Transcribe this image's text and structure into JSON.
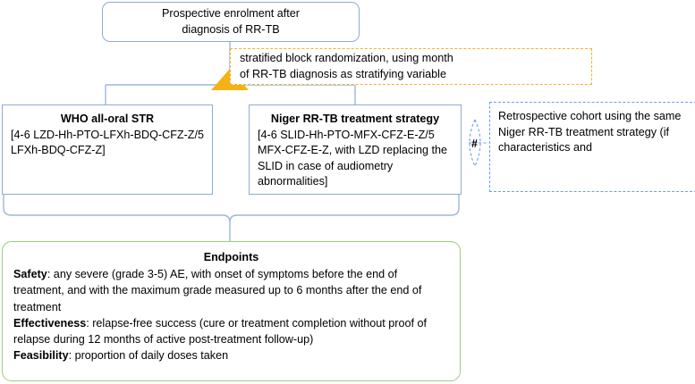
{
  "diagram": {
    "title_hidden": "RR-TB trial design flowchart",
    "colors": {
      "box_border_blue": "#8faadc",
      "dashed_blue": "#6f9be8",
      "dashed_orange": "#f0b429",
      "green_border": "#9ccc7c",
      "triangle_marker": "#f5b216",
      "connector_line": "#9cb6e0"
    },
    "nodes": {
      "enrolment": {
        "line1": "Prospective enrolment after",
        "line2": "diagnosis of RR-TB"
      },
      "randomization_note": {
        "line1": "stratified block randomization, using month",
        "line2": "of RR-TB diagnosis as stratifying variable"
      },
      "who_arm": {
        "title": "WHO all-oral STR",
        "regimen": "[4-6 LZD-Hh-PTO-LFXh-BDQ-CFZ-Z/5 LFXh-BDQ-CFZ-Z]"
      },
      "niger_arm": {
        "title": "Niger RR-TB treatment strategy",
        "regimen": "[4-6 SLID-Hh-PTO-MFX-CFZ-E-Z/5 MFX-CFZ-E-Z, with LZD replacing the SLID in case of audiometry abnormalities]"
      },
      "retrospective_cohort": {
        "text": "Retrospective cohort using the same Niger RR-TB treatment strategy (if characteristics and"
      },
      "comparison_marker": {
        "symbol": "#"
      },
      "endpoints": {
        "title": "Endpoints",
        "items": [
          {
            "label": "Safety",
            "text": ": any severe  (grade 3-5) AE, with onset of symptoms before the end of treatment, and with the maximum grade measured up to 6 months after the end of treatment"
          },
          {
            "label": "Effectiveness",
            "text": ": relapse-free success  (cure or treatment completion without proof of relapse during 12 months of active post-treatment follow-up)"
          },
          {
            "label": "Feasibility",
            "text": ": proportion of daily doses taken"
          }
        ]
      }
    }
  }
}
